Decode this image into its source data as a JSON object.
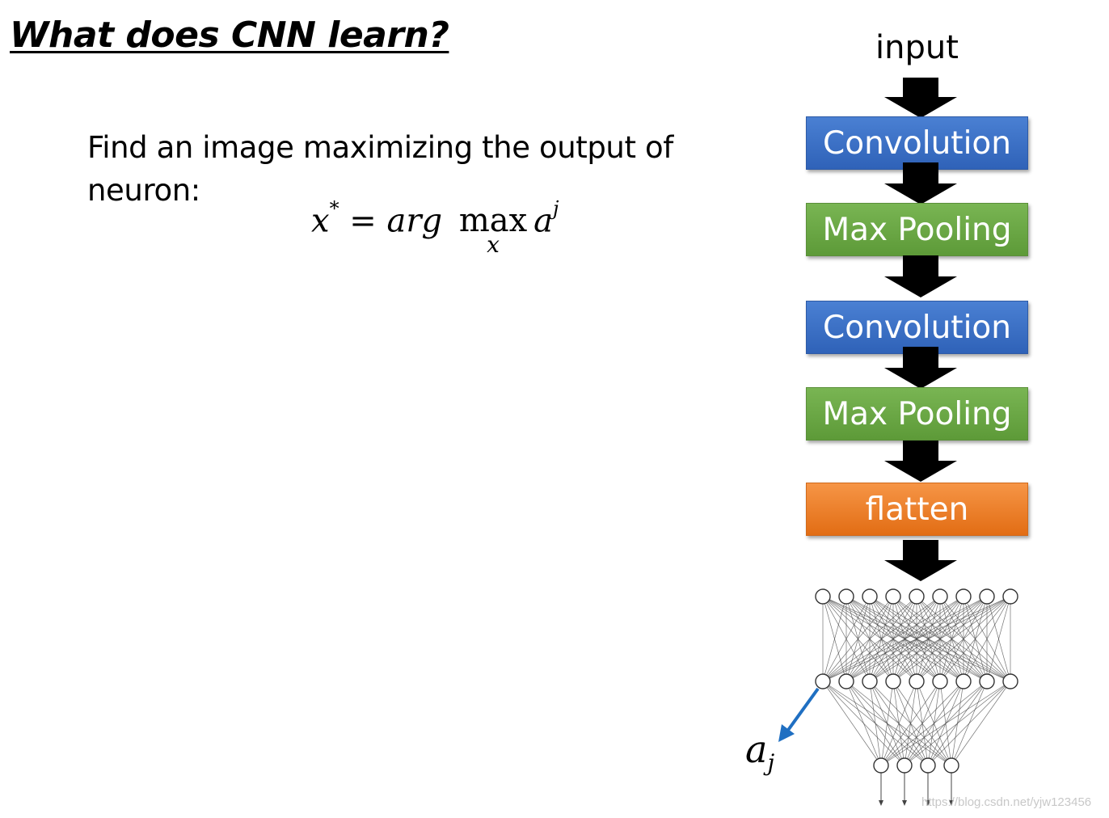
{
  "title": "What does CNN learn?",
  "description": "Find an image maximizing the output of neuron:",
  "formula": {
    "lhs": "x",
    "lhs_sup": "*",
    "eq": "=",
    "arg": "arg",
    "op": "max",
    "op_sub": "x",
    "rhs": "a",
    "rhs_sup": "j"
  },
  "pipeline": {
    "input_label": "input",
    "blocks": [
      {
        "label": "Convolution",
        "kind": "conv",
        "color": "#3a6fc7"
      },
      {
        "label": "Max Pooling",
        "kind": "pool",
        "color": "#6aa843"
      },
      {
        "label": "Convolution",
        "kind": "conv",
        "color": "#3a6fc7"
      },
      {
        "label": "Max Pooling",
        "kind": "pool",
        "color": "#6aa843"
      },
      {
        "label": "flatten",
        "kind": "flat",
        "color": "#ee7e2b"
      }
    ]
  },
  "network": {
    "layer_sizes": [
      9,
      9,
      4
    ],
    "arrow_color": "#1f6fc2",
    "neuron_label": "a",
    "neuron_label_sub": "j"
  },
  "watermark": "https://blog.csdn.net/yjw123456"
}
